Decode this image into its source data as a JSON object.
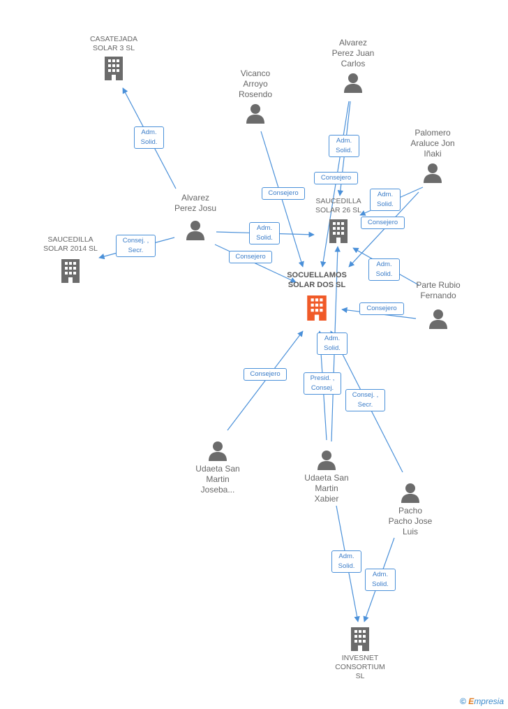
{
  "companies": {
    "casatejada": "CASATEJADA\nSOLAR 3 SL",
    "saucedilla26": "SAUCEDILLA\nSOLAR 26 SL",
    "saucedilla2014": "SAUCEDILLA\nSOLAR 2014  SL",
    "socuellamos": "SOCUELLAMOS\nSOLAR DOS SL",
    "invesnet": "INVESNET\nCONSORTIUM\nSL"
  },
  "people": {
    "alvarez_juan": "Alvarez\nPerez Juan\nCarlos",
    "vicanco": "Vicanco\nArroyo\nRosendo",
    "palomero": "Palomero\nAraluce Jon\nIñaki",
    "alvarez_josu": "Alvarez\nPerez Josu",
    "parte_rubio": "Parte Rubio\nFernando",
    "udaeta_joseba": "Udaeta San\nMartin\nJoseba...",
    "udaeta_xabier": "Udaeta San\nMartin\nXabier",
    "pacho": "Pacho\nPacho Jose\nLuis"
  },
  "relations": {
    "r1": "Adm.\nSolid.",
    "r2": "Adm.\nSolid.",
    "r3": "Consejero",
    "r4": "Consejero",
    "r5": "Adm.\nSolid.",
    "r6": "Consejero",
    "r7": "Consej. ,\nSecr.",
    "r8": "Adm.\nSolid.",
    "r9": "Consejero",
    "r10": "Adm.\nSolid.",
    "r11": "Consejero",
    "r12": "Adm.\nSolid.",
    "r13": "Consejero",
    "r14": "Presid. ,\nConsej.",
    "r15": "Consej. ,\nSecr.",
    "r16": "Adm.\nSolid.",
    "r17": "Adm.\nSolid."
  },
  "colors": {
    "edge": "#4a90d9",
    "icon": "#6b6b6b",
    "center_icon": "#f05a28"
  },
  "footer": {
    "copyright": "©",
    "brand_e": "E",
    "brand_rest": "mpresia"
  }
}
